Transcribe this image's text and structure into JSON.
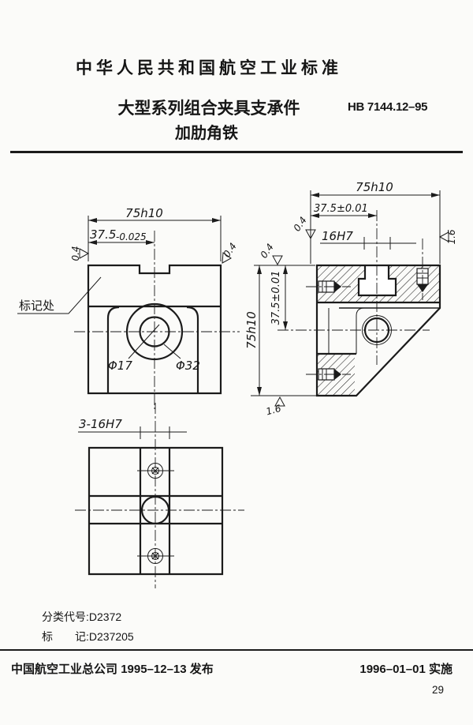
{
  "page": {
    "page_number": "29",
    "ink": "#1b1b1b",
    "paper": "#fbfbf9"
  },
  "header": {
    "standard_line": "中华人民共和国航空工业标准",
    "title_line1": "大型系列组合夹具支承件",
    "title_line2": "加肋角铁",
    "standard_code": "HB 7144.12–95"
  },
  "front_view": {
    "dim_width": "75h10",
    "dim_half": "37.5",
    "dim_half_tol": "-0.025",
    "roughness_left": "0.4",
    "roughness_right": "0.4",
    "mark_label": "标记处",
    "hole_small": "Φ17",
    "hole_large": "Φ32"
  },
  "section_view": {
    "dim_width": "75h10",
    "dim_half": "37.5±0.01",
    "slot": "16H7",
    "dim_height": "75h10",
    "dim_half_v": "37.5±0.01",
    "roughness_a": "0.4",
    "roughness_b": "0.4",
    "roughness_right": "1.6",
    "roughness_bottom": "1.6"
  },
  "top_view": {
    "slots_label": "3-16H7"
  },
  "footer": {
    "class_label": "分类代号:",
    "class_value": "D2372",
    "mark_label": "标　　记:",
    "mark_value": "D237205",
    "issuer": "中国航空工业总公司",
    "publish_date": "1995–12–13",
    "publish_suffix": "发布",
    "implement_date": "1996–01–01",
    "implement_suffix": "实施"
  }
}
